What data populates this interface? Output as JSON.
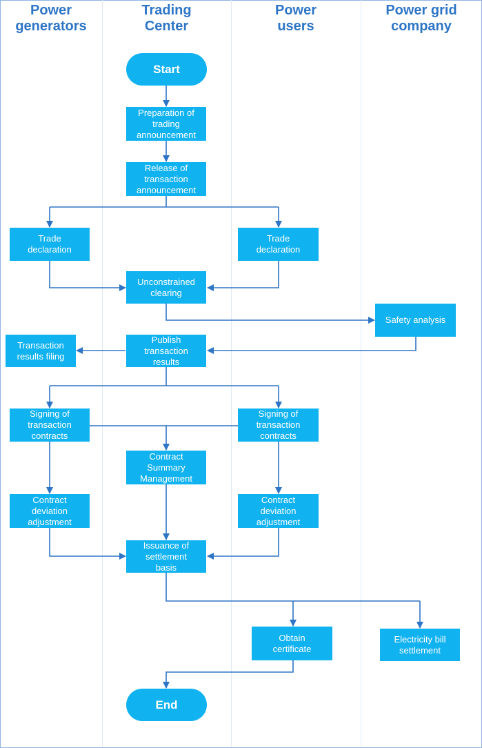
{
  "lanes": [
    {
      "title": "Power\ngenerators"
    },
    {
      "title": "Trading\nCenter"
    },
    {
      "title": "Power\nusers"
    },
    {
      "title": "Power grid\ncompany"
    }
  ],
  "nodes": {
    "start": "Start",
    "prep": "Preparation of\ntrading\nannouncement",
    "release": "Release of\ntransaction\nannouncement",
    "trade_gen": "Trade\ndeclaration",
    "trade_user": "Trade\ndeclaration",
    "unconstrained": "Unconstrained\nclearing",
    "safety": "Safety analysis",
    "filing": "Transaction\nresults filing",
    "publish": "Publish\ntransaction\nresults",
    "sign_gen": "Signing of\ntransaction\ncontracts",
    "sign_user": "Signing of\ntransaction\ncontracts",
    "summary": "Contract\nSummary\nManagement",
    "dev_gen": "Contract\ndeviation\nadjustment",
    "dev_user": "Contract\ndeviation\nadjustment",
    "issuance": "Issuance of\nsettlement\nbasis",
    "certificate": "Obtain\ncertificate",
    "bill": "Electricity bill\nsettlement",
    "end": "End"
  },
  "colors": {
    "node_fill": "#11b2f0",
    "edge": "#2e75c6",
    "lane_title": "#2e75c6"
  }
}
